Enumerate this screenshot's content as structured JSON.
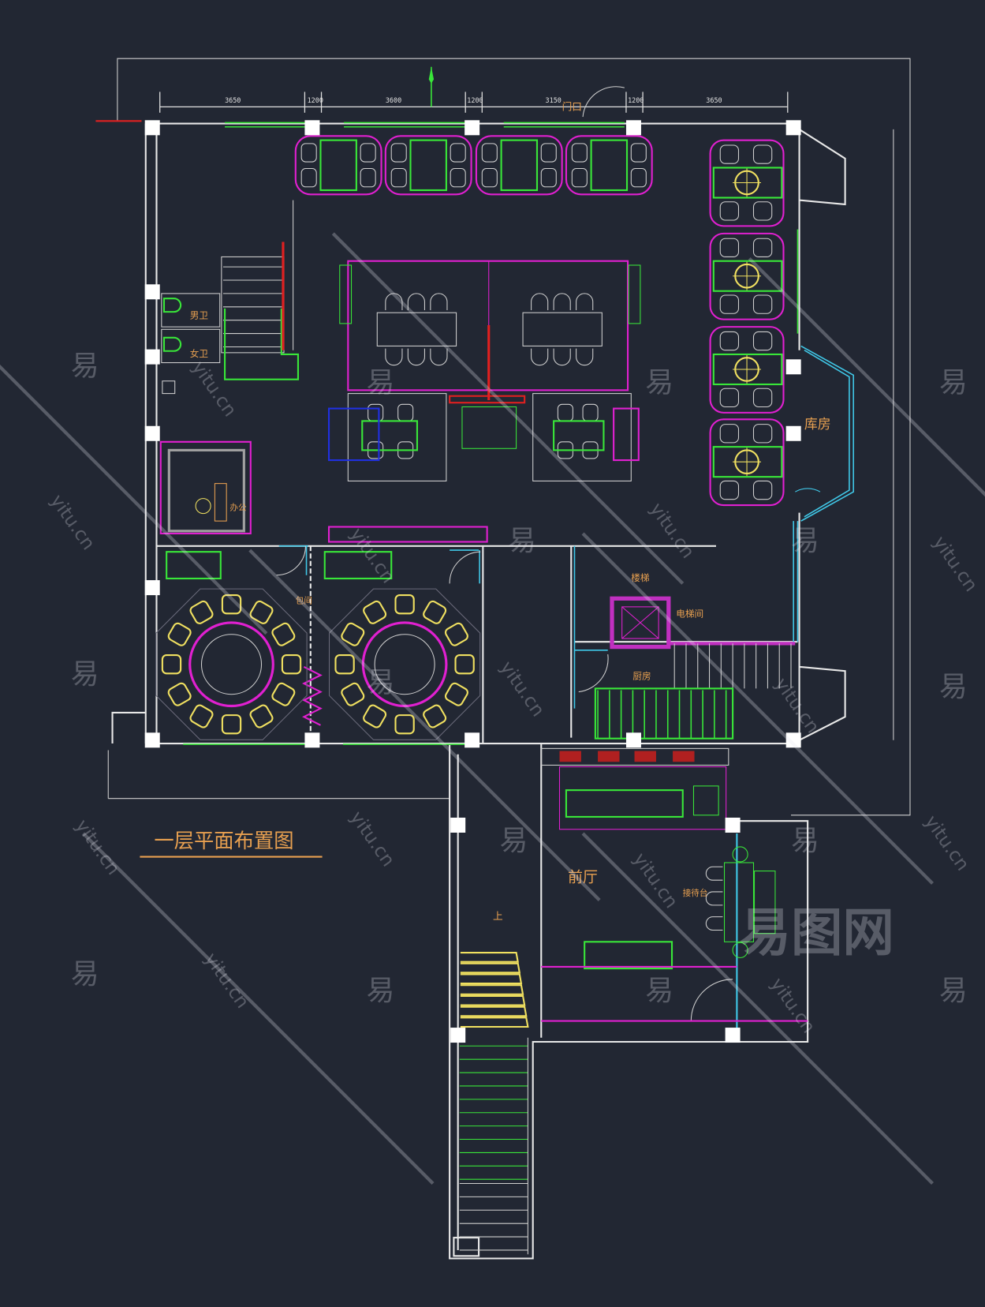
{
  "title": "一层平面布置图",
  "dimensions_top": [
    "3650",
    "1200",
    "3600",
    "1200",
    "3150",
    "1200",
    "3650"
  ],
  "rooms": {
    "entrance": "门口",
    "storage": "库房",
    "front_hall": "前厅",
    "reception": "接待台",
    "mens_toilet": "男卫",
    "womens_toilet": "女卫",
    "office": "办公",
    "private_room": "包间",
    "stairwell": "楼梯",
    "elevator": "电梯间",
    "kitchen": "厨房",
    "up": "上"
  },
  "watermark": {
    "char": "易",
    "site": "yitu.cn",
    "logo": "易图网"
  },
  "colors": {
    "background": "#222733",
    "wall": "#e8e8e8",
    "furniture_green": "#39e639",
    "furniture_magenta": "#e020d0",
    "label_orange": "#e8a050",
    "chair_yellow": "#f0e060",
    "glass_cyan": "#40c8e8"
  }
}
